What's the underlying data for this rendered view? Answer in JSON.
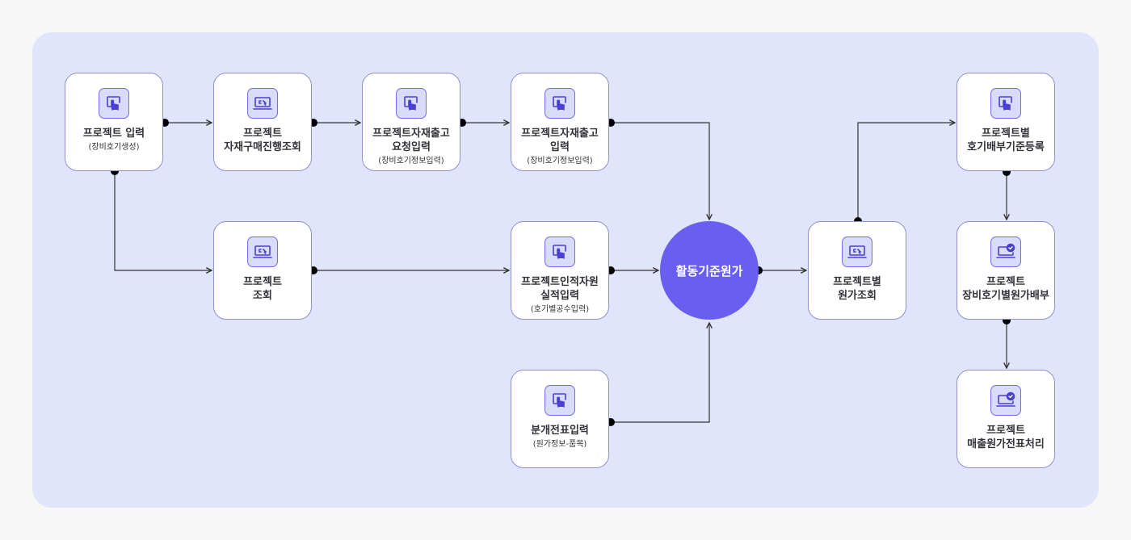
{
  "nodes": {
    "n1": {
      "title": "프로젝트 입력",
      "sub": "(장비호기생성)",
      "icon": "hand-pointer-icon"
    },
    "n2": {
      "title1": "프로젝트",
      "title2": "자재구매진행조회",
      "icon": "monitor-cursor-icon"
    },
    "n3": {
      "title1": "프로젝트자재출고",
      "title2": "요청입력",
      "sub": "(장비호기정보입력)",
      "icon": "hand-pointer-icon"
    },
    "n4": {
      "title1": "프로젝트자재출고",
      "title2": "입력",
      "sub": "(장비호기정보입력)",
      "icon": "hand-pointer-icon"
    },
    "n5": {
      "title1": "프로젝트",
      "title2": "조회",
      "icon": "monitor-cursor-icon"
    },
    "n6": {
      "title1": "프로젝트인적자원",
      "title2": "실적입력",
      "sub": "(호기별공수입력)",
      "icon": "hand-pointer-icon"
    },
    "n7": {
      "title": "분개전표입력",
      "sub": "(원가정보-품목)",
      "icon": "hand-pointer-icon"
    },
    "hub": {
      "title": "활동기준원가"
    },
    "n8": {
      "title1": "프로젝트별",
      "title2": "원가조회",
      "icon": "monitor-cursor-icon"
    },
    "n9": {
      "title1": "프로젝트별",
      "title2": "호기배부기준등록",
      "icon": "hand-pointer-icon"
    },
    "n10": {
      "title1": "프로젝트",
      "title2": "장비호기별원가배부",
      "icon": "monitor-check-icon"
    },
    "n11": {
      "title1": "프로젝트",
      "title2": "매출원가전표처리",
      "icon": "monitor-check-icon"
    }
  },
  "colors": {
    "panel": "#e1e5fb",
    "accent": "#6a5ef1",
    "icon_bg": "#d8dbfb",
    "border": "#8f93c4"
  }
}
